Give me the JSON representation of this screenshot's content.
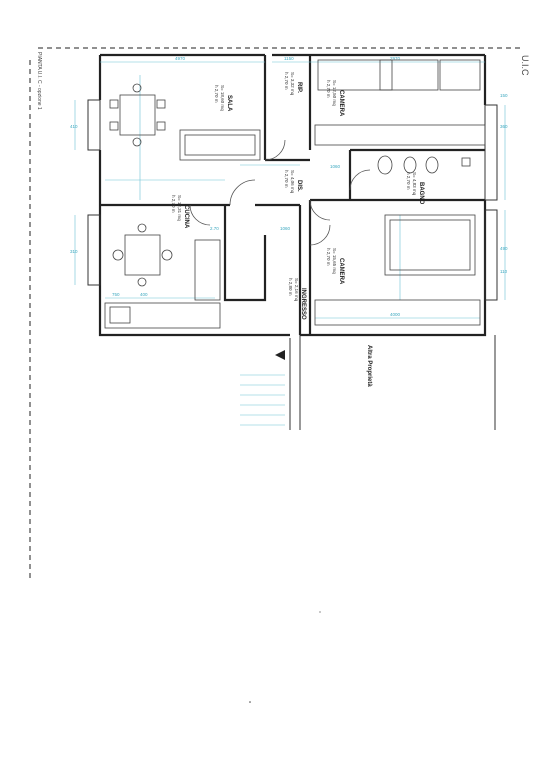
{
  "header": {
    "left_caption": "PIANTA U.I. C - opzione 1",
    "right_code": "U.I.C"
  },
  "rooms": {
    "sala": {
      "name": "SALA",
      "area": "S= 18,60 mq",
      "height": "h 2,70 m"
    },
    "rip": {
      "name": "RIP.",
      "area": "S= 3,32 mq",
      "height": "h 2,70 m"
    },
    "camera1": {
      "name": "CAMERA",
      "area": "S= 12,50 mq",
      "height": "h 2,70 m"
    },
    "bagno": {
      "name": "BAGNO",
      "area": "S= 4,83 mq",
      "height": "h 2,70 m"
    },
    "dis": {
      "name": "DIS.",
      "area": "S= 4,06 mq",
      "height": "h 2,70 m"
    },
    "cucina": {
      "name": "CUCINA",
      "area": "S= 12,31 mq",
      "height": "h 2,70 m"
    },
    "camera2": {
      "name": "CAMERA",
      "area": "S= 15,65 mq",
      "height": "h 2,70 m"
    },
    "ingresso": {
      "name": "INGRESSO",
      "area": "S= 2,16 mq",
      "height": "h 2,80 m"
    }
  },
  "other_property": "Altra Proprietà",
  "dimensions": {
    "top_left": "4970",
    "top_mid": "1150",
    "top_right": "2970",
    "left_sala": "410",
    "left_cucina": "310",
    "right_camera": "360",
    "right_camera2": "490",
    "right_top": "150",
    "right_bottom": "110",
    "bottom_left": "750",
    "bottom_mid": "400",
    "bottom_right": "4000",
    "ingresso_dim": "1060",
    "dis_dim": "1060",
    "cucina_dim": "2.70"
  },
  "colors": {
    "walls": "#222222",
    "dimensions": "#6cc2d6"
  }
}
